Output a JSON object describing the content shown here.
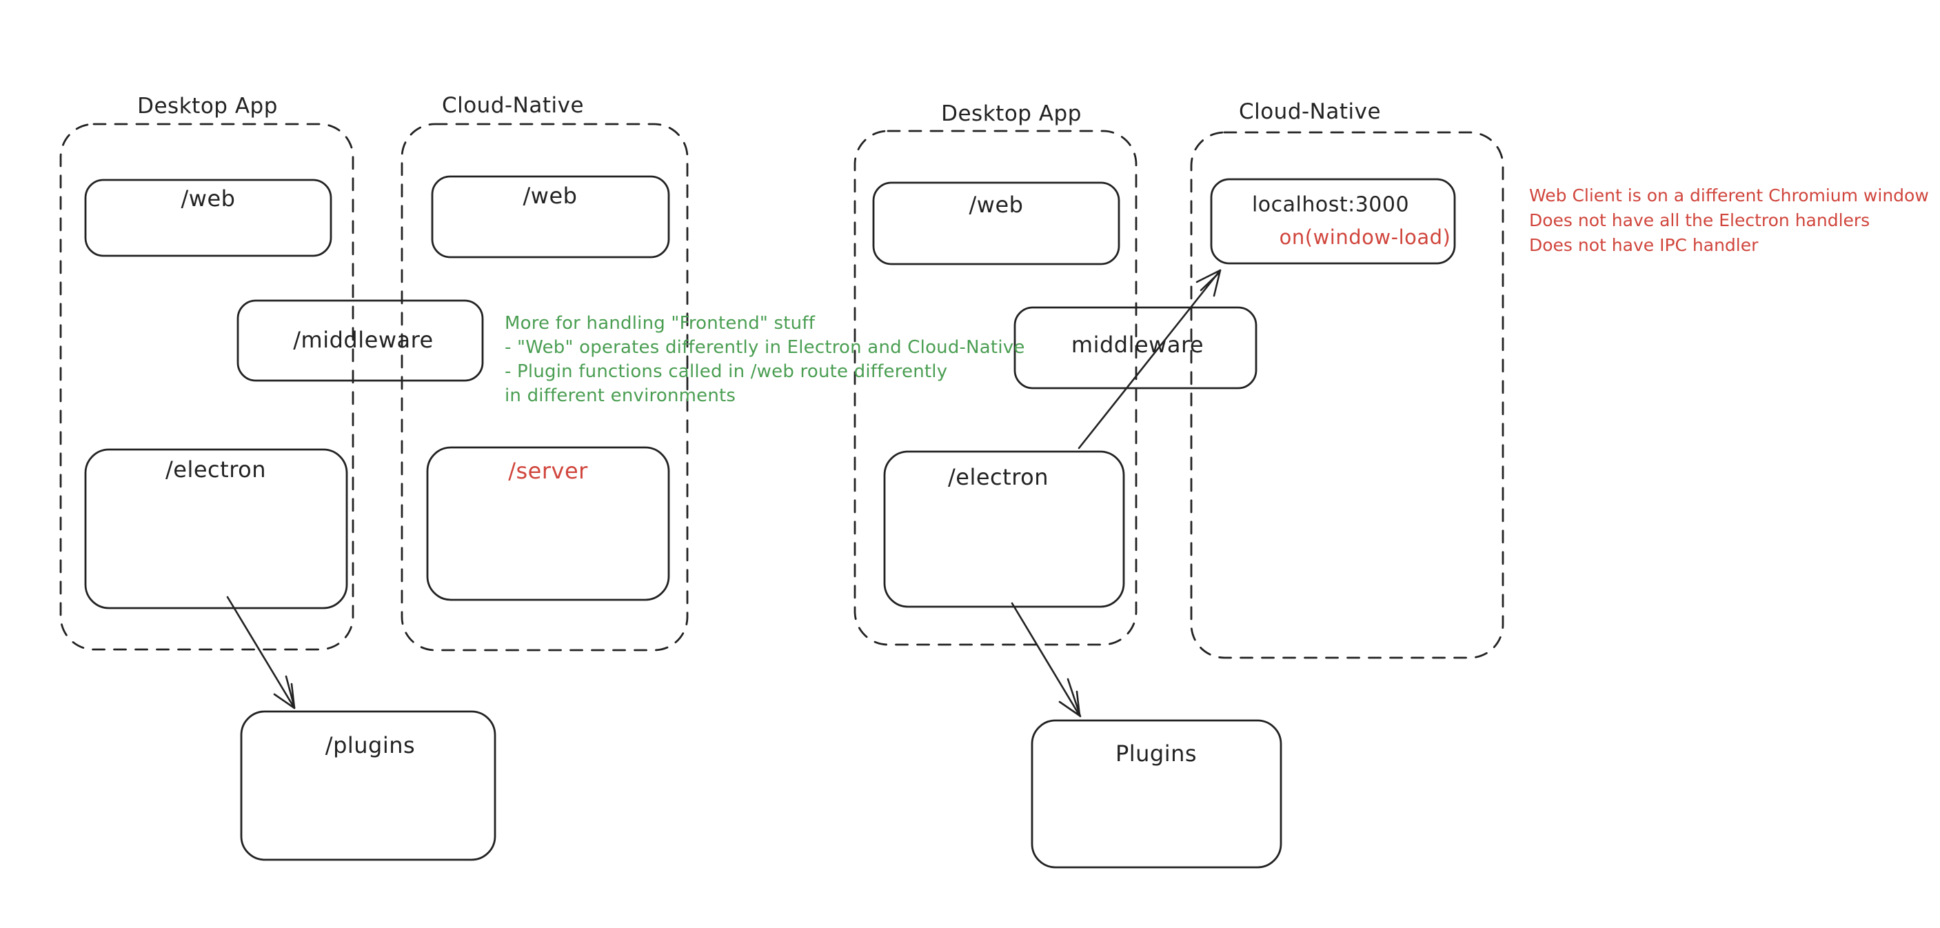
{
  "colors": {
    "stroke": "#222222",
    "red": "#d0453c",
    "green": "#4a9e52"
  },
  "left": {
    "desktop_label": "Desktop App",
    "cloud_label": "Cloud-Native",
    "web_desktop": "/web",
    "web_cloud": "/web",
    "middleware": "/middleware",
    "electron": "/electron",
    "server": "/server",
    "plugins": "/plugins",
    "green_note": {
      "line1": "More for handling \"Frontend\" stuff",
      "line2": "- \"Web\" operates differently in Electron and Cloud-Native",
      "line3": "- Plugin functions called in /web route differently",
      "line4": "in different environments"
    }
  },
  "right": {
    "desktop_label": "Desktop App",
    "cloud_label": "Cloud-Native",
    "web": "/web",
    "localhost_title": "localhost:3000",
    "localhost_event": "on(window-load)",
    "middleware": "middleware",
    "electron": "/electron",
    "plugins": "Plugins",
    "red_note": {
      "line1": "Web Client is on a different Chromium window",
      "line2": "Does not have all the Electron handlers",
      "line3": "Does not have IPC handler"
    }
  }
}
